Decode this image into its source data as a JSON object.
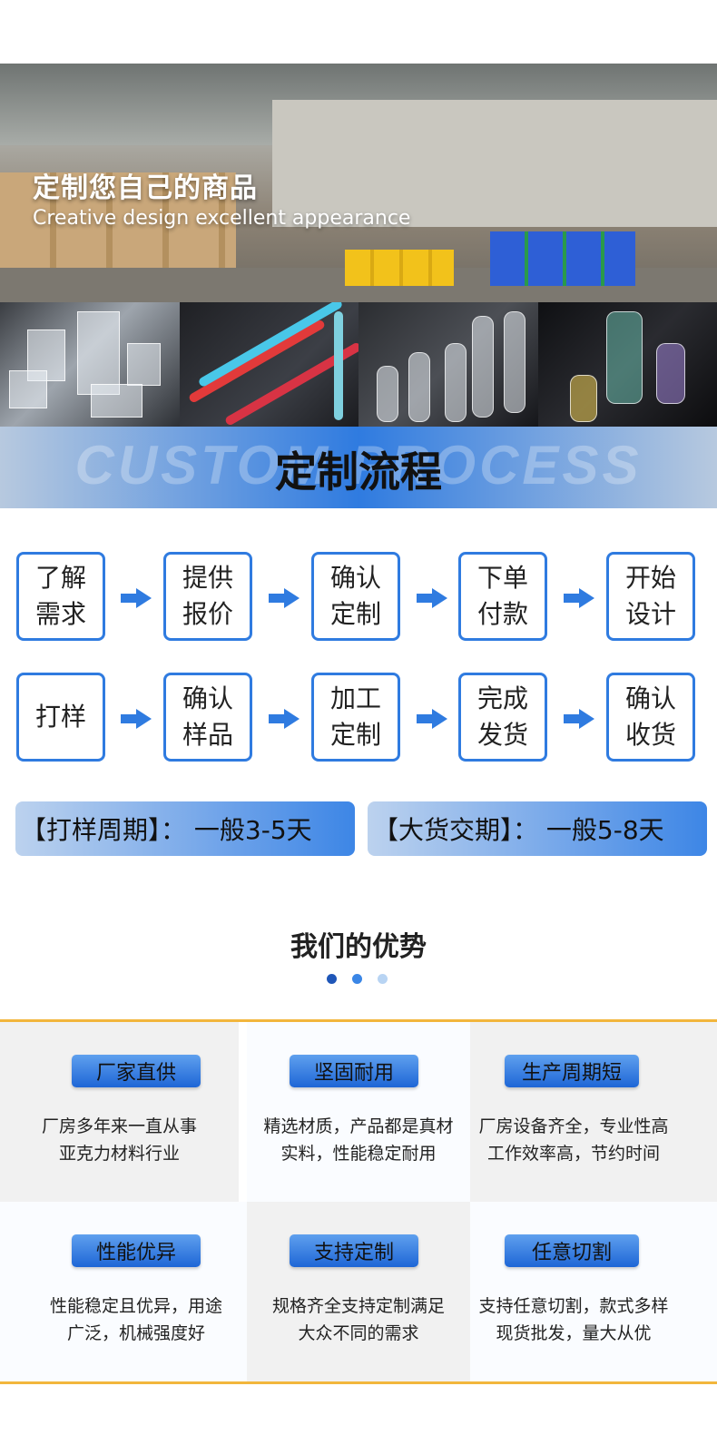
{
  "hero": {
    "title": "定制您自己的商品",
    "subtitle": "Creative design excellent appearance"
  },
  "banner": {
    "bg_text": "CUSTOM PROCESS",
    "title": "定制流程"
  },
  "steps_row1": [
    {
      "line1": "了解",
      "line2": "需求"
    },
    {
      "line1": "提供",
      "line2": "报价"
    },
    {
      "line1": "确认",
      "line2": "定制"
    },
    {
      "line1": "下单",
      "line2": "付款"
    },
    {
      "line1": "开始",
      "line2": "设计"
    }
  ],
  "steps_row2": [
    {
      "line1": "打样",
      "line2": ""
    },
    {
      "line1": "确认",
      "line2": "样品"
    },
    {
      "line1": "加工",
      "line2": "定制"
    },
    {
      "line1": "完成",
      "line2": "发货"
    },
    {
      "line1": "确认",
      "line2": "收货"
    }
  ],
  "periods": {
    "sample": "【打样周期】： 一般3-5天",
    "bulk": "【大货交期】： 一般5-8天"
  },
  "advantages": {
    "title": "我们的优势",
    "items": [
      {
        "badge": "厂家直供",
        "line1": "厂房多年来一直从事",
        "line2": "亚克力材料行业"
      },
      {
        "badge": "坚固耐用",
        "line1": "精选材质，产品都是真材",
        "line2": "实料，性能稳定耐用"
      },
      {
        "badge": "生产周期短",
        "line1": "厂房设备齐全，专业性高",
        "line2": "工作效率高，节约时间"
      },
      {
        "badge": "性能优异",
        "line1": "性能稳定且优异，用途",
        "line2": "广泛，机械强度好"
      },
      {
        "badge": "支持定制",
        "line1": "规格齐全支持定制满足",
        "line2": "大众不同的需求"
      },
      {
        "badge": "任意切割",
        "line1": "支持任意切割，款式多样",
        "line2": "现货批发，量大从优"
      }
    ]
  },
  "colors": {
    "accent": "#2f7be0",
    "border_gold": "#f2b63c",
    "cell_gray": "#f1f1f1",
    "cell_white": "#fafcff"
  }
}
